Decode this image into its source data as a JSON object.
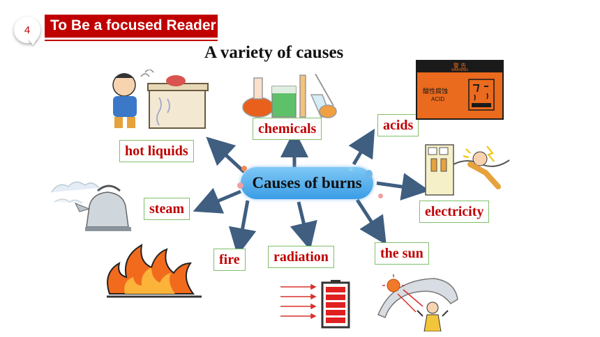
{
  "header": {
    "number": "4",
    "title": "To Be a focused Reader"
  },
  "page_title": "A variety of causes",
  "center_label": "Causes of burns",
  "causes": {
    "chemicals": "chemicals",
    "acids": "acids",
    "hot_liquids": "hot liquids",
    "steam": "steam",
    "electricity": "electricity",
    "fire": "fire",
    "radiation": "radiation",
    "the_sun": "the sun"
  },
  "acid_sign": {
    "top": "警 告",
    "sub": "WARNING",
    "cn": "酸性腐蚀",
    "en": "ACID"
  },
  "colors": {
    "accent": "#c00000",
    "arrow": "#3f5e80",
    "label_border": "#7fbf6a",
    "center": "#3a9de6"
  }
}
